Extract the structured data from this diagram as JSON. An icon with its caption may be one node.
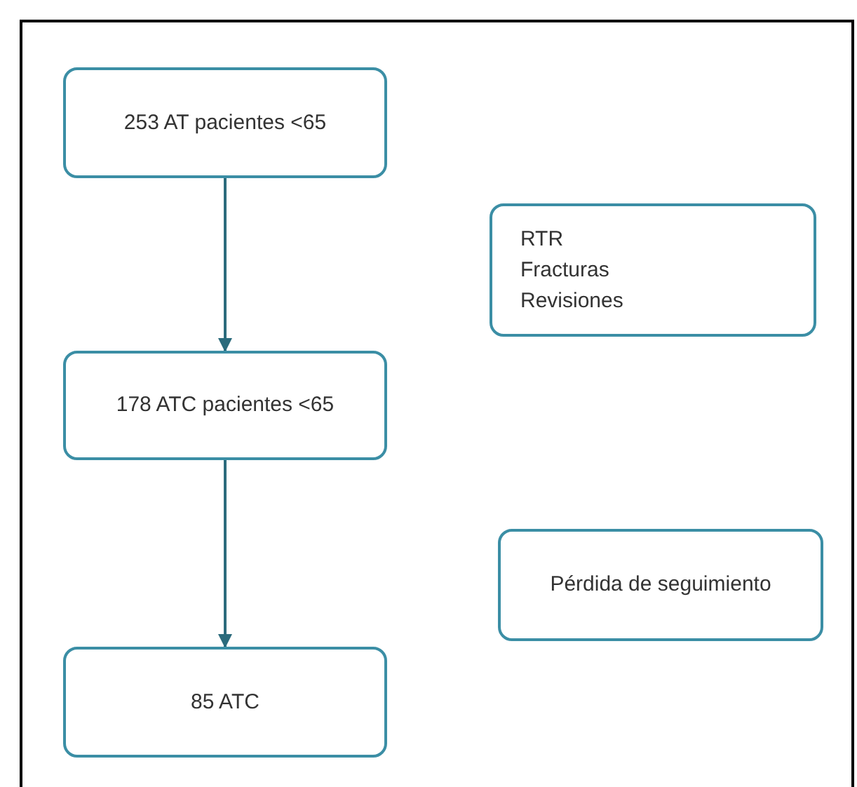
{
  "diagram": {
    "nodes": [
      {
        "text": [
          "253 AT pacientes <65"
        ]
      },
      {
        "text": [
          "RTR",
          "Fracturas",
          "Revisiones"
        ]
      },
      {
        "text": [
          "178 ATC pacientes <65"
        ]
      },
      {
        "text": [
          "Pérdida de seguimiento"
        ]
      },
      {
        "text": [
          "85 ATC"
        ]
      }
    ],
    "edges": [
      {
        "from": 0,
        "to": 2,
        "arrow": "to"
      },
      {
        "from": 2,
        "to": 4,
        "arrow": "to"
      }
    ]
  }
}
